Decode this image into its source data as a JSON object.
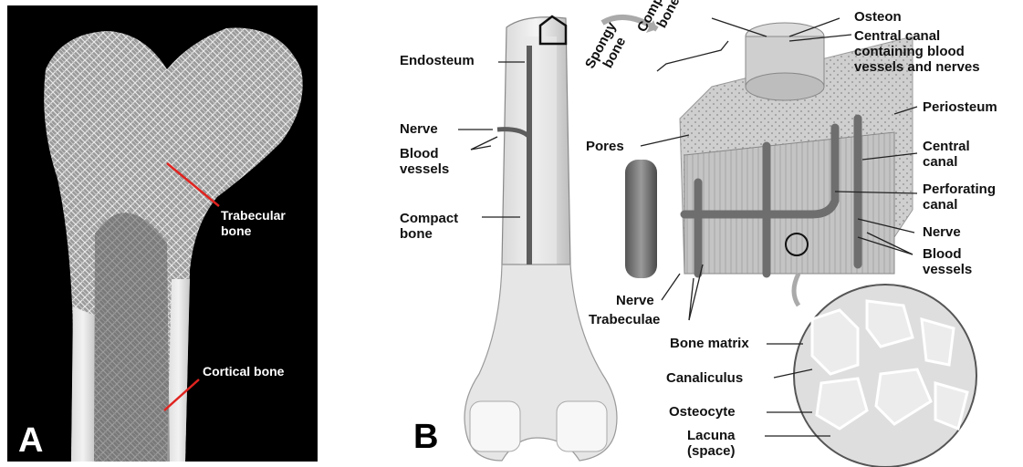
{
  "panel_a": {
    "letter": "A",
    "labels": {
      "trabecular_line1": "Trabecular",
      "trabecular_line2": "bone",
      "cortical": "Cortical bone"
    }
  },
  "panel_b": {
    "letter": "B",
    "labels": {
      "endosteum": "Endosteum",
      "nerve_top": "Nerve",
      "blood_vessels_left_1": "Blood",
      "blood_vessels_left_2": "vessels",
      "compact_bone_left_1": "Compact",
      "compact_bone_left_2": "bone",
      "spongy_bone_1": "Spongy",
      "spongy_bone_2": "bone",
      "compact_bone_top_1": "Compact",
      "compact_bone_top_2": "bone",
      "pores": "Pores",
      "osteon": "Osteon",
      "central_canal_blood_1": "Central canal",
      "central_canal_blood_2": "containing blood",
      "central_canal_blood_3": "vessels and nerves",
      "periosteum": "Periosteum",
      "central_canal_1": "Central",
      "central_canal_2": "canal",
      "perforating_canal_1": "Perforating",
      "perforating_canal_2": "canal",
      "nerve_right": "Nerve",
      "blood_vessels_right_1": "Blood",
      "blood_vessels_right_2": "vessels",
      "nerve_bottom": "Nerve",
      "trabeculae": "Trabeculae",
      "bone_matrix": "Bone matrix",
      "canaliculus": "Canaliculus",
      "osteocyte": "Osteocyte",
      "lacuna_1": "Lacuna",
      "lacuna_2": "(space)"
    }
  },
  "colors": {
    "leader_red": "#e0231f",
    "bone_grey": "#b9b9b9",
    "vessel_dark": "#6e6e6e"
  }
}
